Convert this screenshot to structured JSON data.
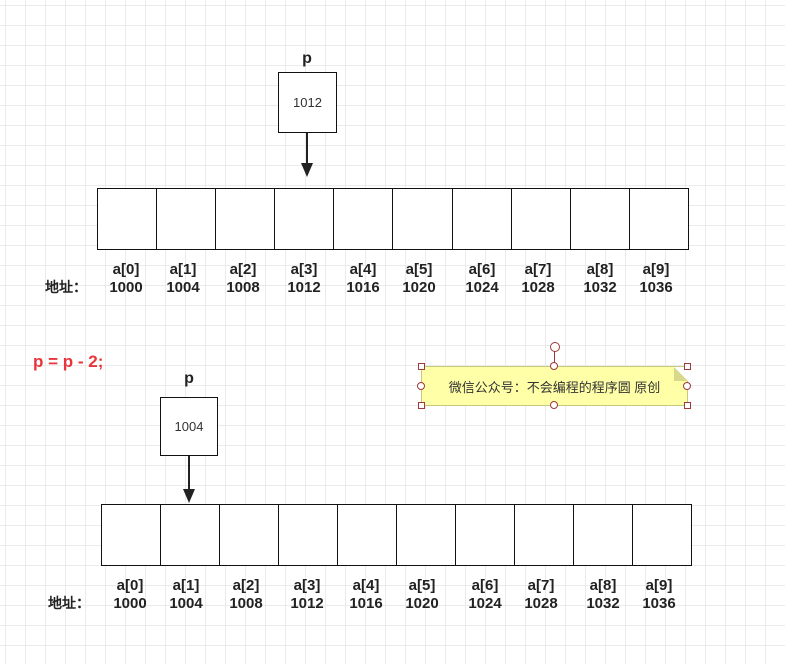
{
  "pointer_label": "p",
  "top": {
    "pointer_value": "1012",
    "elements": [
      {
        "name": "a[0]",
        "addr": "1000"
      },
      {
        "name": "a[1]",
        "addr": "1004"
      },
      {
        "name": "a[2]",
        "addr": "1008"
      },
      {
        "name": "a[3]",
        "addr": "1012"
      },
      {
        "name": "a[4]",
        "addr": "1016"
      },
      {
        "name": "a[5]",
        "addr": "1020"
      },
      {
        "name": "a[6]",
        "addr": "1024"
      },
      {
        "name": "a[7]",
        "addr": "1028"
      },
      {
        "name": "a[8]",
        "addr": "1032"
      },
      {
        "name": "a[9]",
        "addr": "1036"
      }
    ]
  },
  "code_statement": "p = p - 2;",
  "bottom": {
    "pointer_value": "1004",
    "elements": [
      {
        "name": "a[0]",
        "addr": "1000"
      },
      {
        "name": "a[1]",
        "addr": "1004"
      },
      {
        "name": "a[2]",
        "addr": "1008"
      },
      {
        "name": "a[3]",
        "addr": "1012"
      },
      {
        "name": "a[4]",
        "addr": "1016"
      },
      {
        "name": "a[5]",
        "addr": "1020"
      },
      {
        "name": "a[6]",
        "addr": "1024"
      },
      {
        "name": "a[7]",
        "addr": "1028"
      },
      {
        "name": "a[8]",
        "addr": "1032"
      },
      {
        "name": "a[9]",
        "addr": "1036"
      }
    ]
  },
  "address_label": "地址：",
  "note_text": "微信公众号：不会编程的程序圆 原创",
  "colors": {
    "code": "#e8343a",
    "note_fill": "#ffffa8",
    "handle_stroke": "#a03a3a"
  }
}
